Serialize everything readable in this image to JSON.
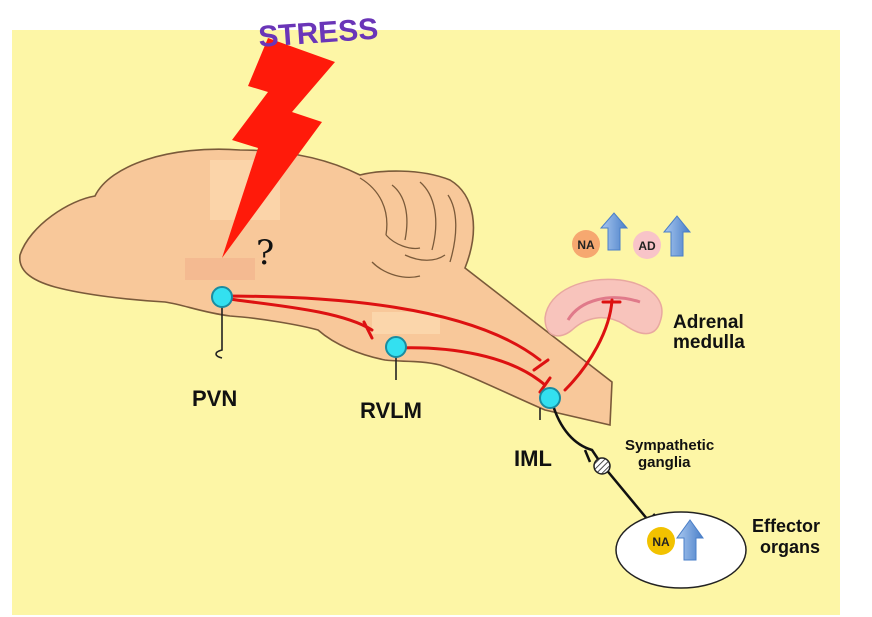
{
  "stimulus": {
    "label": "STRESS",
    "unknown_mark": "?"
  },
  "nuclei": {
    "pvn": "PVN",
    "rvlm": "RVLM",
    "iml": "IML"
  },
  "targets": {
    "adrenal_line1": "Adrenal",
    "adrenal_line2": "medulla",
    "ganglia_line1": "Sympathetic",
    "ganglia_line2": "ganglia",
    "effector_line1": "Effector",
    "effector_line2": "organs"
  },
  "hormones": {
    "na_adrenal": "NA",
    "ad_adrenal": "AD",
    "na_effector": "NA"
  },
  "colors": {
    "background": "#fdf6a6",
    "brain": "#f8c89a",
    "brain_outline": "#7a5a3a",
    "pathway": "#dd1111",
    "neuron": "#33e0f0",
    "lightning": "#ff1a0a",
    "arrow": "#6fa0dc",
    "na_circle": "#f6a870",
    "ad_circle": "#f8c4c8",
    "na_effector_circle": "#f2c200"
  }
}
